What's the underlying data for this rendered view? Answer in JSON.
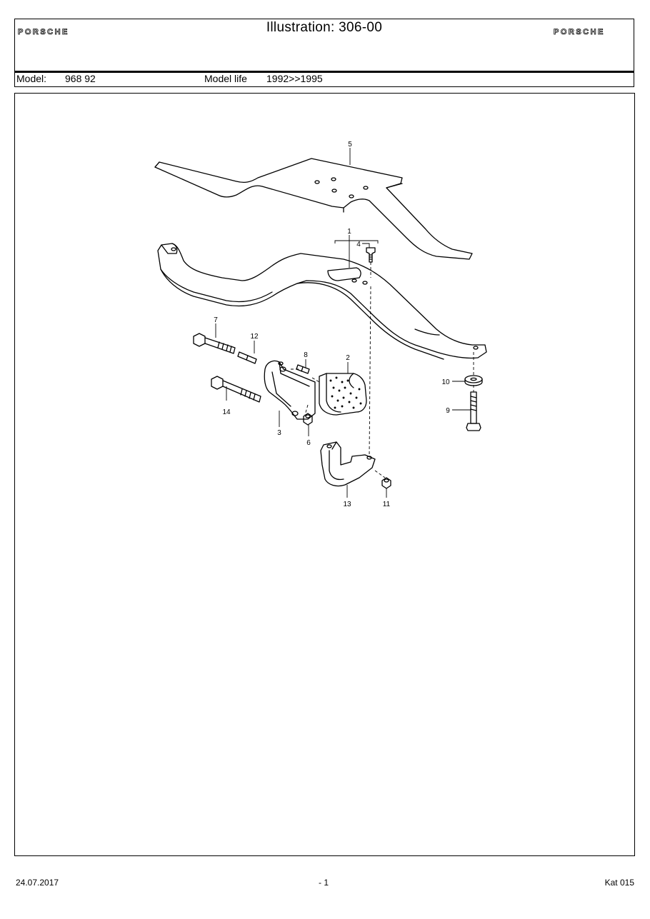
{
  "header": {
    "brand_left": "PORSCHE",
    "brand_right": "PORSCHE",
    "title": "Illustration: 306-00",
    "model_label": "Model:",
    "model_value": "968 92",
    "model_life_label": "Model life",
    "model_life_value": "1992>>1995"
  },
  "diagram": {
    "callouts": [
      "1",
      "2",
      "3",
      "4",
      "5",
      "6",
      "7",
      "8",
      "9",
      "10",
      "11",
      "12",
      "13",
      "14"
    ]
  },
  "footer": {
    "date": "24.07.2017",
    "page": "- 1",
    "catalog": "Kat 015"
  }
}
